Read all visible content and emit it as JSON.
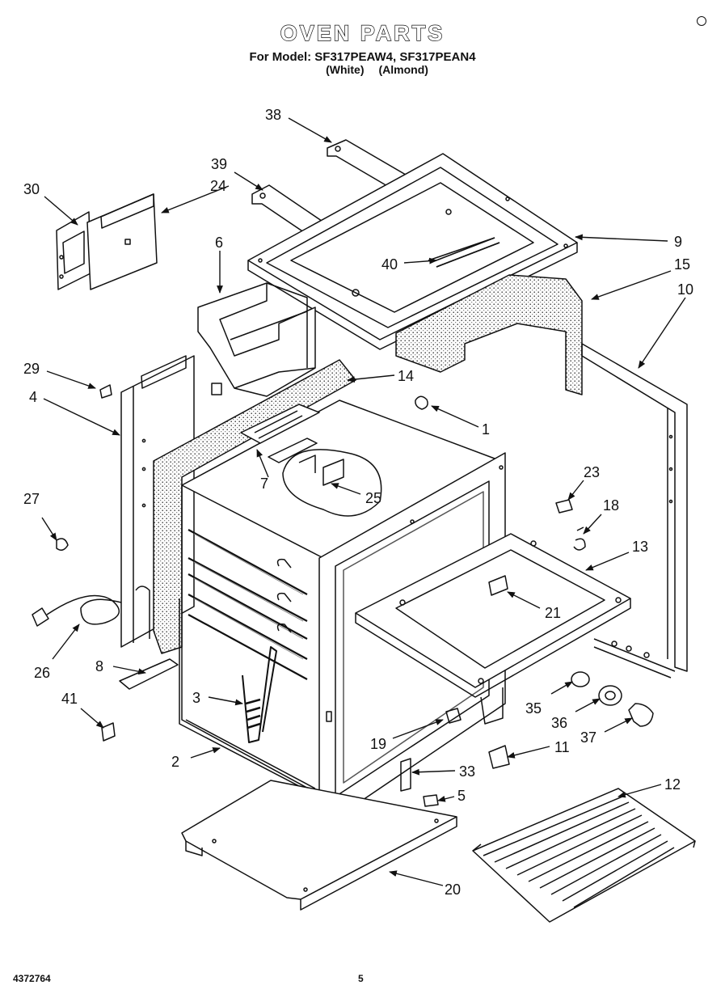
{
  "header": {
    "title": "OVEN PARTS",
    "subtitle": "For Model: SF317PEAW4, SF317PEAN4",
    "variant_white": "(White)",
    "variant_almond": "(Almond)"
  },
  "callouts": {
    "p1": "1",
    "p2": "2",
    "p3": "3",
    "p4": "4",
    "p5": "5",
    "p6": "6",
    "p7": "7",
    "p8": "8",
    "p9": "9",
    "p10": "10",
    "p11": "11",
    "p12": "12",
    "p13": "13",
    "p14": "14",
    "p15": "15",
    "p18": "18",
    "p19": "19",
    "p20": "20",
    "p21": "21",
    "p23": "23",
    "p24": "24",
    "p25": "25",
    "p26": "26",
    "p27": "27",
    "p29": "29",
    "p30": "30",
    "p33": "33",
    "p35": "35",
    "p36": "36",
    "p37": "37",
    "p38": "38",
    "p39": "39",
    "p40": "40",
    "p41": "41"
  },
  "footer": {
    "doc_number": "4372764",
    "page_number": "5"
  }
}
